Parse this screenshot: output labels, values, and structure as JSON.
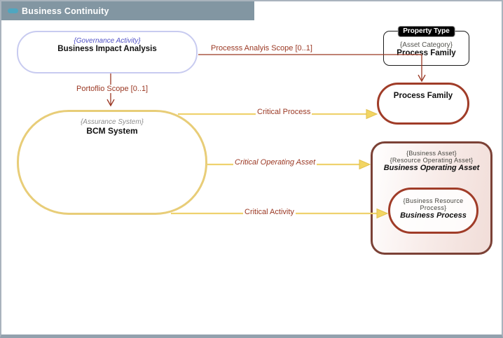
{
  "window": {
    "title": "Business Continuity"
  },
  "nodes": {
    "bia": {
      "stereotype": "{Governance Activity}",
      "name": "Business Impact Analysis"
    },
    "property_box": {
      "tag": "Property Type",
      "stereotype": "{Asset Category}",
      "name": "Process Family"
    },
    "process_family": {
      "name": "Process Family"
    },
    "bcm": {
      "stereotype": "{Assurance System}",
      "name": "BCM System"
    },
    "operating_asset": {
      "stereotype1": "{Business Asset}",
      "stereotype2": "{Resource Operating Asset}",
      "name": "Business Operating Asset"
    },
    "business_process": {
      "stereotype": "{Business Resource Process}",
      "name": "Business Process"
    }
  },
  "connectors": {
    "process_analysis_scope": {
      "label": "Processs Analyis Scope [0..1]"
    },
    "portfolio_scope": {
      "label": "Portoflio Scope [0..1]"
    },
    "critical_process": {
      "label": "Critical Process"
    },
    "critical_operating_asset": {
      "label": "Critical Operating Asset"
    },
    "critical_activity": {
      "label": "Critical Activity"
    }
  },
  "colors": {
    "title_bar": "#8296A2",
    "title_icon": "#4FA6C0",
    "connector_red": "#9A3722",
    "connector_yellow": "#EFD26E",
    "bia_border": "#C8CBF0",
    "stereotype_blue": "#5152C6",
    "brick_border": "#A03C28",
    "container_border": "#7B4136",
    "bcm_border": "#E8CD78"
  }
}
